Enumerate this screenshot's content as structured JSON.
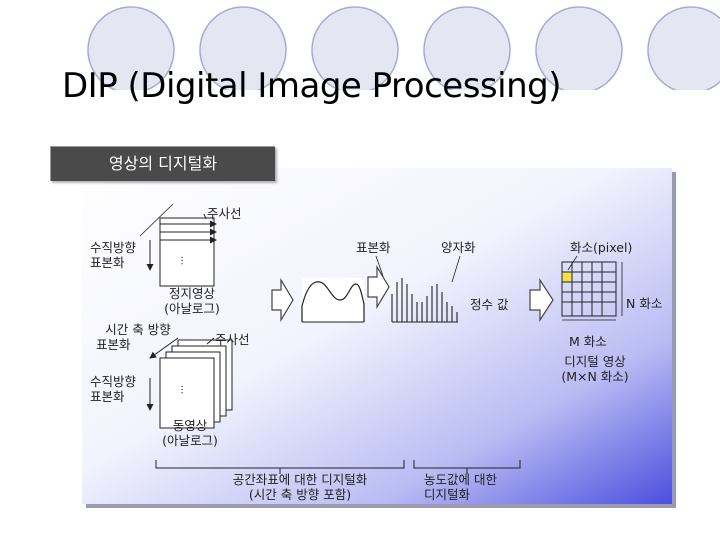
{
  "slide_title": "DIP (Digital Image Processing)",
  "panel_header": "영상의 디지털화",
  "labels": {
    "scan_line_top": "주사선",
    "vertical_sampling_top_1": "수직방향",
    "vertical_sampling_top_2": "표본화",
    "dots": "···",
    "still_image_1": "정지영상",
    "still_image_2": "(아날로그)",
    "time_axis_1": "시간 축 방향",
    "time_axis_2": "표본화",
    "scan_line_bottom": "주사선",
    "vertical_sampling_bottom_1": "수직방향",
    "vertical_sampling_bottom_2": "표본화",
    "video_1": "동영상",
    "video_2": "(아날로그)",
    "sampling": "표본화",
    "quantization": "양자화",
    "integer_value": "정수 값",
    "pixel": "화소(pixel)",
    "n_pixels": "N 화소",
    "m_pixels": "M 화소",
    "digital_image_1": "디지털 영상",
    "digital_image_2": "(M×N 화소)",
    "spatial_digitization_1": "공간좌표에 대한 디지털화",
    "spatial_digitization_2": "(시간 축 방향 포함)",
    "gray_digitization_1": "농도값에 대한",
    "gray_digitization_2": "디지털화"
  },
  "colors": {
    "circle_fill": "#e4e6f2",
    "circle_stroke": "#a6acd0",
    "panel_light": "#ffffff",
    "panel_dark": "#4b4fde",
    "header_bg": "#4a4a4a",
    "pixel_highlight": "#f4e04a"
  }
}
